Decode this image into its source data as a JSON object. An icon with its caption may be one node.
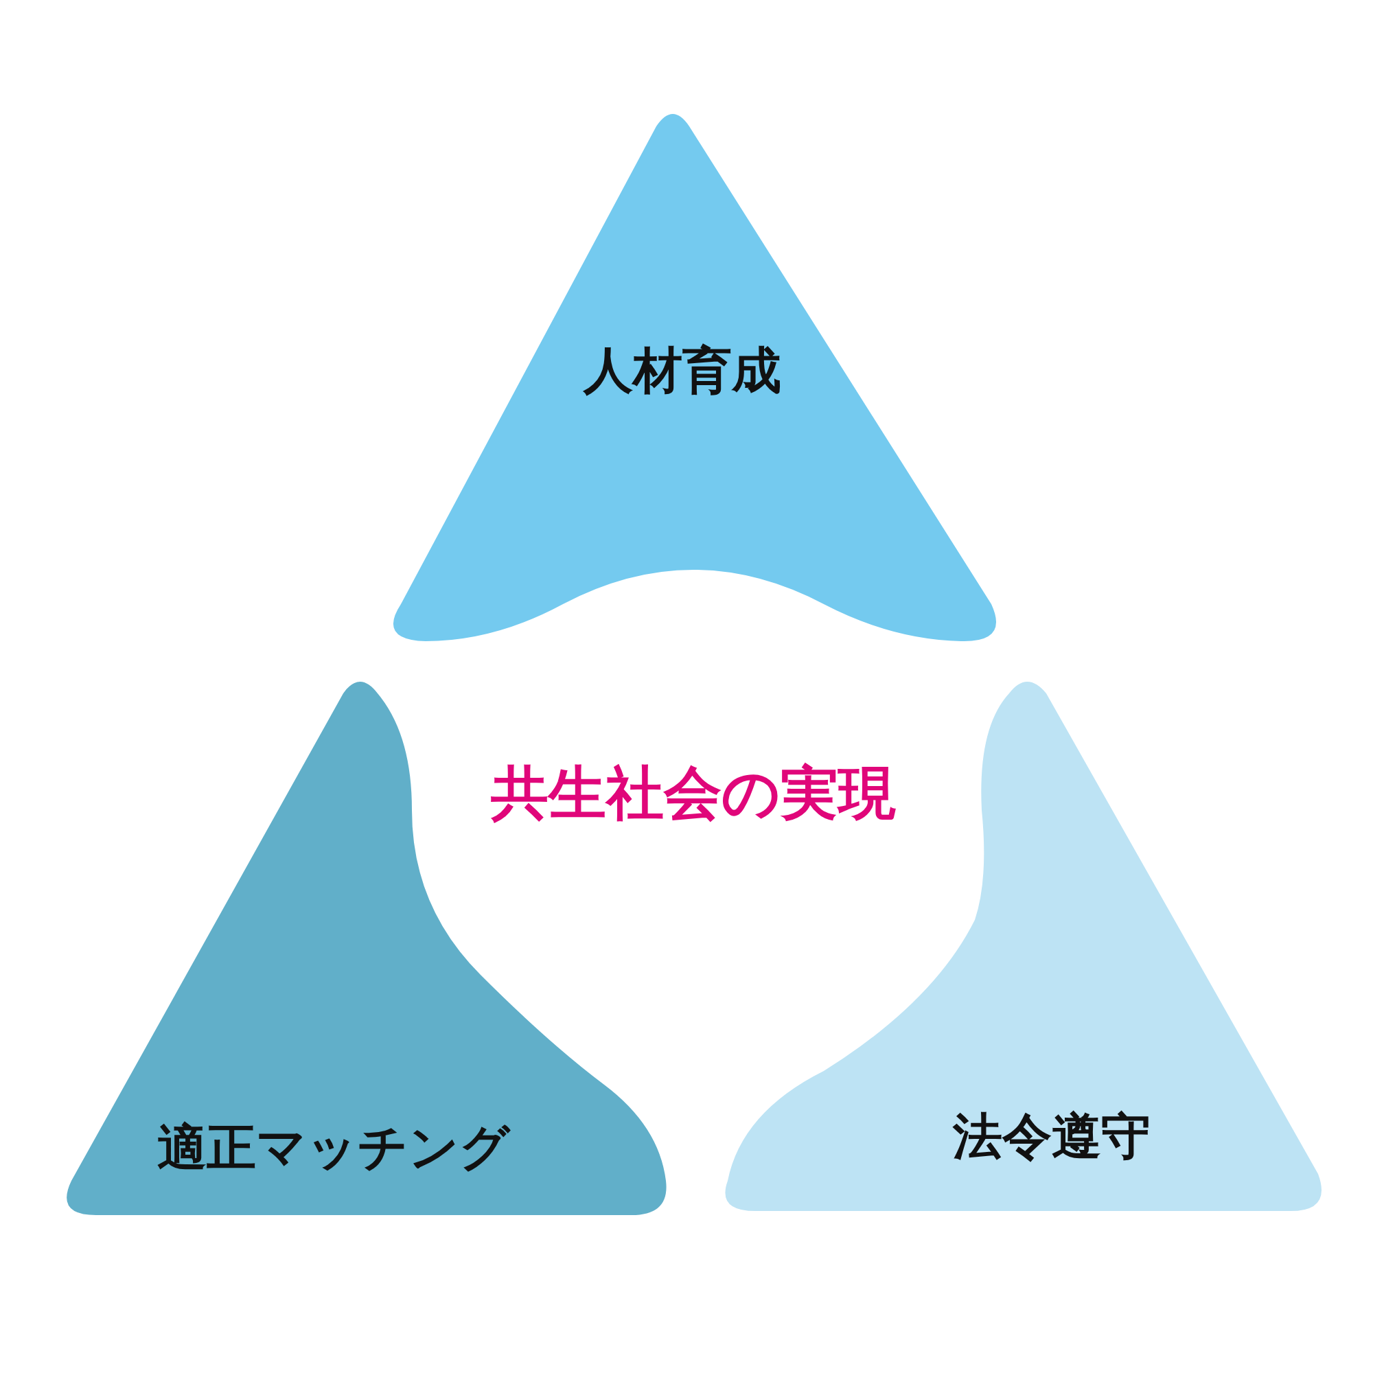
{
  "diagram": {
    "nodes": [
      {
        "text": [
          "人材育成"
        ]
      },
      {
        "text": [
          "適正マッチング"
        ]
      },
      {
        "text": [
          "法令遵守"
        ]
      }
    ],
    "labels": [
      "共生社会の実現"
    ]
  }
}
